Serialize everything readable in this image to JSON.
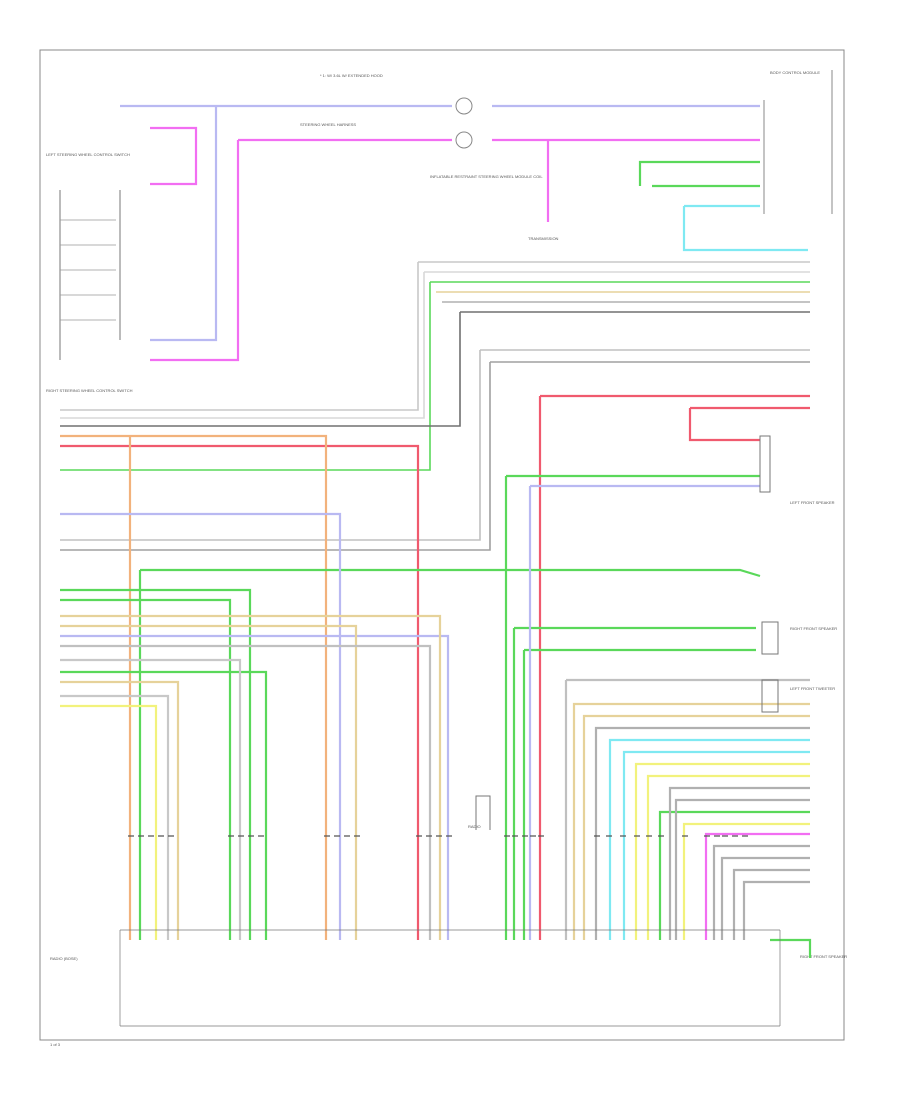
{
  "diagram": {
    "header_text": "* 1: W/ 3.6L W/ EXTENDED HOOD",
    "footer_text": "1 of 3",
    "components": {
      "left_steering_switch": "LEFT STEERING WHEEL CONTROL SWITCH",
      "right_steering_switch": "RIGHT STEERING WHEEL CONTROL SWITCH",
      "steering_wheel_harness": "STEERING WHEEL HARNESS",
      "clock_spring": "INFLATABLE RESTRAINT STEERING WHEEL MODULE COIL",
      "transmission": "TRANSMISSION",
      "top_right_module": "BODY CONTROL MODULE",
      "left_front_speaker": "LEFT FRONT SPEAKER",
      "right_front_speaker": "RIGHT FRONT SPEAKER",
      "left_front_tweeter": "LEFT FRONT TWEETER",
      "center_block": "RADIO",
      "bottom_left_block": "RADIO (BOSE)",
      "bottom_right_block": "RIGHT FRONT SPEAKER"
    },
    "colors": {
      "wire_blue": "#b9b9f2",
      "wire_pink": "#f26ef2",
      "wire_green": "#5ad85a",
      "wire_cyan": "#7fe9f2",
      "wire_gray": "#9a9a9a",
      "wire_orange": "#f2b27c",
      "wire_red": "#f05a6e",
      "wire_yellow": "#f2f27c",
      "wire_tan": "#e6d29a",
      "border": "#888888"
    }
  }
}
